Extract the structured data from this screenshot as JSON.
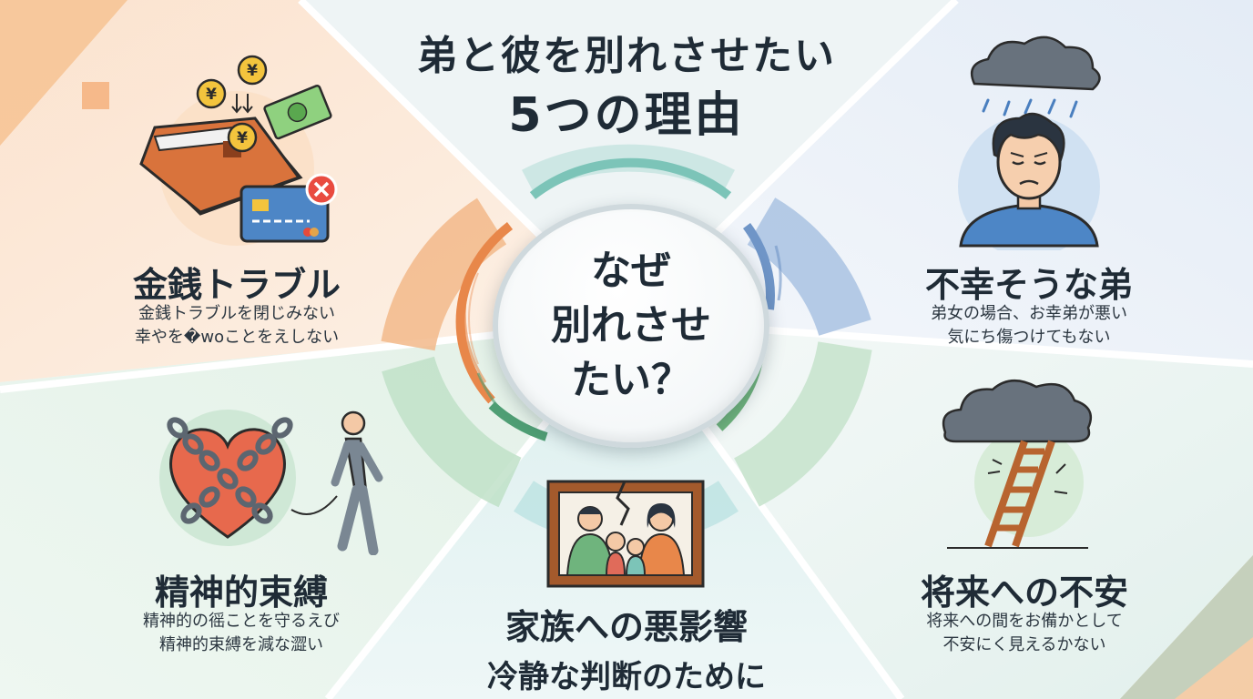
{
  "title": {
    "line1": "弟と彼を別れさせたい",
    "line2": "5つの理由"
  },
  "center": {
    "line1": "なぜ",
    "line2": "別れさせ",
    "line3": "たい？"
  },
  "sections": {
    "money": {
      "title": "金銭トラブル",
      "desc1": "金銭トラブルを閉じみない",
      "desc2": "幸やを�woことをえしない"
    },
    "unhappy": {
      "title": "不幸そうな弟",
      "desc1": "弟女の場合、お幸弟が悪い",
      "desc2": "気にち傷つけてもない"
    },
    "mental": {
      "title": "精神的束縛",
      "desc1": "精神的の徭ことを守るえび",
      "desc2": "精神的束縛を減な澀い"
    },
    "family": {
      "title": "家族への悪影響",
      "subtitle": "冷静な判断のために"
    },
    "future": {
      "title": "将来への不安",
      "desc1": "将来への間をお備かとして",
      "desc2": "不安にく見えるかない"
    }
  },
  "colors": {
    "orange": "#e8874a",
    "blue": "#6f95c7",
    "green": "#7fbf8f",
    "teal": "#7cc4b8"
  },
  "icons": [
    "yen-coin-icon",
    "wallet-icon",
    "banknote-icon",
    "credit-card-icon",
    "reject-x-icon",
    "rain-cloud-icon",
    "sad-man-icon",
    "chained-heart-icon",
    "walking-man-icon",
    "broken-family-photo-icon",
    "storm-cloud-icon",
    "broken-ladder-icon"
  ]
}
